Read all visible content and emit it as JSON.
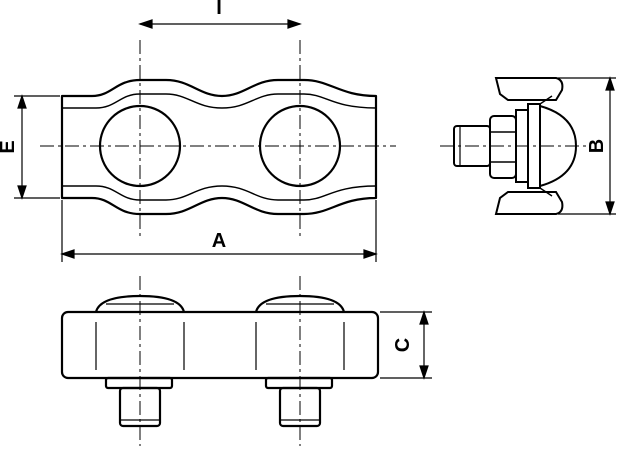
{
  "dimensions": {
    "length_label": "A",
    "height_label": "B",
    "thickness_label": "C",
    "hole_spacing_label": "E",
    "pitch_label": "I"
  },
  "colors": {
    "line": "#000000",
    "background": "#ffffff"
  }
}
